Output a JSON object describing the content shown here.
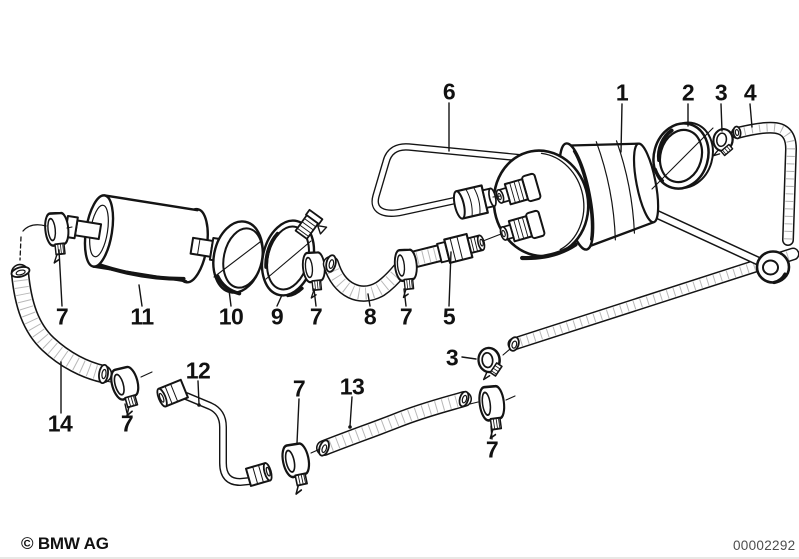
{
  "diagram": {
    "copyright": "© BMW AG",
    "part_number": "00002292",
    "line_color": "#141414",
    "background_color": "#ffffff",
    "callouts": [
      {
        "label": "6"
      },
      {
        "label": "1"
      },
      {
        "label": "2"
      },
      {
        "label": "3"
      },
      {
        "label": "4"
      },
      {
        "label": "7"
      },
      {
        "label": "11"
      },
      {
        "label": "10"
      },
      {
        "label": "9"
      },
      {
        "label": "7"
      },
      {
        "label": "8"
      },
      {
        "label": "7"
      },
      {
        "label": "5"
      },
      {
        "label": "3"
      },
      {
        "label": "12"
      },
      {
        "label": "13"
      },
      {
        "label": "7"
      },
      {
        "label": "14"
      },
      {
        "label": "7"
      },
      {
        "label": "7"
      }
    ]
  }
}
